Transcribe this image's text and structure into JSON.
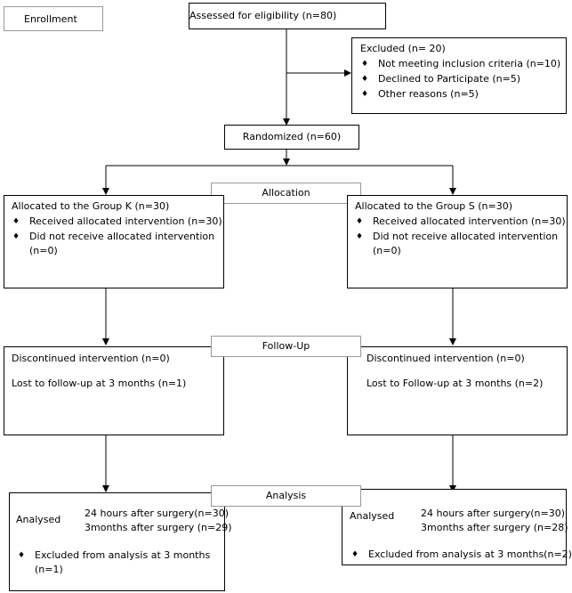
{
  "enrollment": {
    "label": "Enrollment",
    "assessed": "Assessed for eligibility (n=80)",
    "excluded": {
      "title": "Excluded (n= 20)",
      "items": [
        "Not meeting inclusion criteria (n=10)",
        "Declined to Participate (n=5)",
        "Other reasons (n=5)"
      ]
    },
    "randomized": "Randomized (n=60)"
  },
  "allocation": {
    "label": "Allocation",
    "group_k": {
      "title": "Allocated to the Group K (n=30)",
      "items": [
        "Received allocated intervention (n=30)",
        "Did not receive allocated intervention"
      ],
      "extra": "(n=0)"
    },
    "group_s": {
      "title": "Allocated to the Group S (n=30)",
      "items": [
        "Received allocated intervention (n=30)",
        "Did not receive allocated intervention"
      ],
      "extra": "(n=0)"
    }
  },
  "followup": {
    "label": "Follow-Up",
    "left": {
      "discontinued": "Discontinued intervention (n=0)",
      "lost": "Lost to follow-up at 3 months (n=1)"
    },
    "right": {
      "discontinued": "Discontinued intervention (n=0)",
      "lost": "Lost to Follow-up at 3 months (n=2)"
    }
  },
  "analysis": {
    "label": "Analysis",
    "left": {
      "analysed": "Analysed",
      "a1": "24 hours after surgery(n=30)",
      "a2": "3months after surgery (n=29)",
      "excluded": "Excluded from analysis at 3 months",
      "excluded_n": "(n=1)"
    },
    "right": {
      "analysed": "Analysed",
      "a1": "24 hours after surgery(n=30)",
      "a2": "3months after surgery (n=28)",
      "excluded": "Excluded from analysis at 3 months(n=2)"
    }
  },
  "bullet": "♦"
}
